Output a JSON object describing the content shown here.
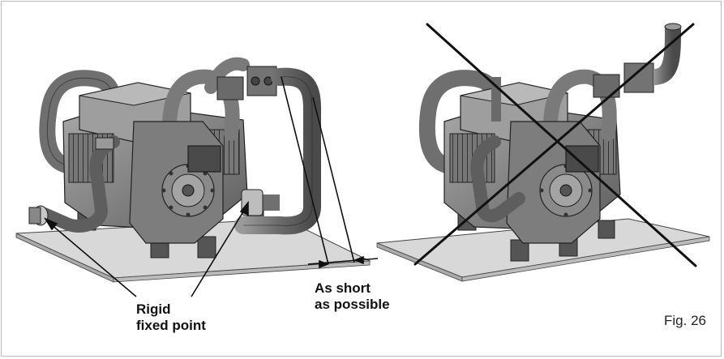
{
  "figure": {
    "label": "Fig. 26",
    "left_panel": {
      "callout_rigid_line1": "Rigid",
      "callout_rigid_line2": "fixed point",
      "callout_short_line1": "As short",
      "callout_short_line2": "as possible"
    },
    "right_panel": {
      "marking": "crossed-out"
    }
  },
  "colors": {
    "metal_dark": "#5a5a5a",
    "metal_mid": "#8c8c8c",
    "metal_light": "#bdbdbd",
    "pipe": "#7f7f7f",
    "base_plate": "#d6d6d6",
    "outline": "#222222",
    "frame": "#b9b9b9"
  }
}
